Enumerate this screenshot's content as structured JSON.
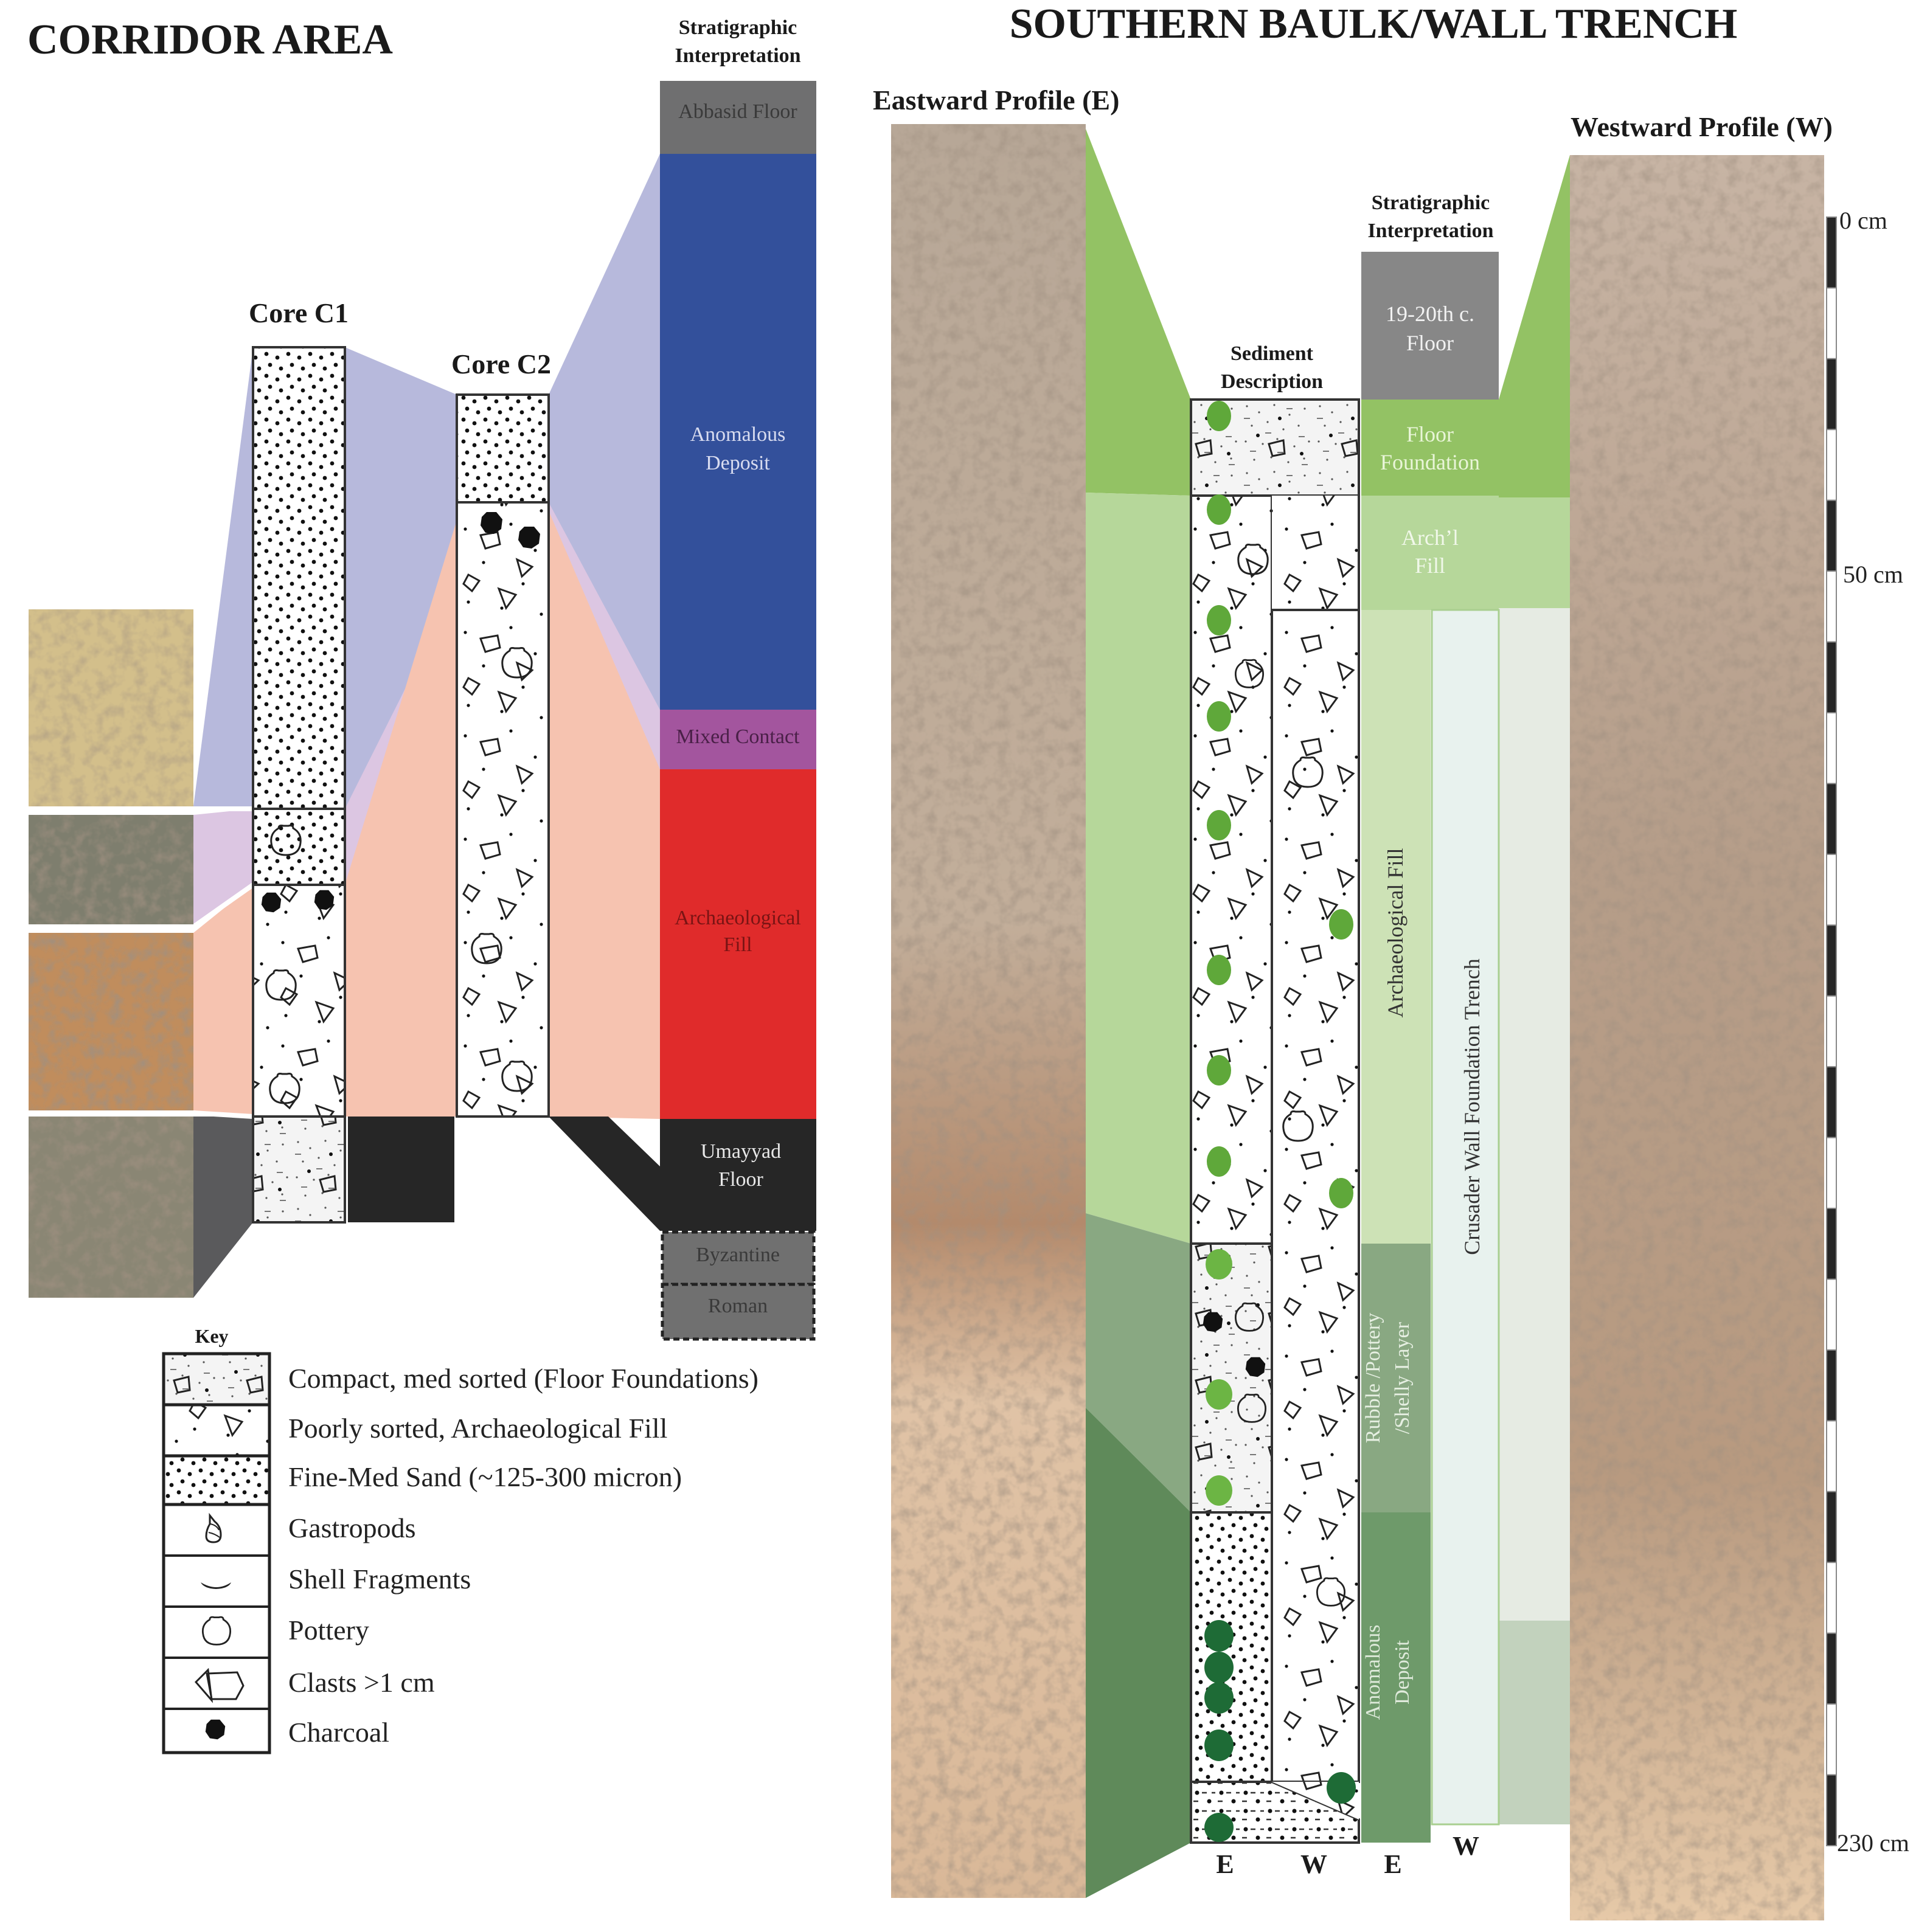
{
  "corridor": {
    "title": "CORRIDOR AREA",
    "strat_header_line1": "Stratigraphic",
    "strat_header_line2": "Interpretation",
    "core_c1_label": "Core C1",
    "core_c2_label": "Core C2",
    "strat_units": [
      {
        "label_line1": "Abbasid Floor",
        "label_line2": "",
        "color": "#6f6f70",
        "text_color": "#3a3a3a"
      },
      {
        "label_line1": "Anomalous",
        "label_line2": "Deposit",
        "color": "#33509b",
        "text_color": "#d8dcf0"
      },
      {
        "label_line1": "Mixed Contact",
        "label_line2": "",
        "color": "#a3559e",
        "text_color": "#4a2048"
      },
      {
        "label_line1": "Archaeological",
        "label_line2": "Fill",
        "color": "#e02b2b",
        "text_color": "#7a1414"
      },
      {
        "label_line1": "Umayyad",
        "label_line2": "Floor",
        "color": "#262626",
        "text_color": "#e8e8e8"
      },
      {
        "label_line1": "Byzantine",
        "label_line2": "",
        "color": "#707070",
        "text_color": "#3a3a3a",
        "dashed": true
      },
      {
        "label_line1": "Roman",
        "label_line2": "",
        "color": "#707070",
        "text_color": "#3a3a3a",
        "dashed": true
      }
    ],
    "correlation_colors": {
      "anomalous": "#b7b9dc",
      "mixed": "#dcc6e2",
      "fill": "#f6c3b0",
      "floor": "#262626",
      "photo_floor": "#5a5a5c"
    },
    "photos": [
      {
        "name": "core-photo-sand",
        "color": "#d4c08c"
      },
      {
        "name": "core-photo-mixed",
        "color": "#8b8b78"
      },
      {
        "name": "core-photo-fill",
        "color": "#c49260"
      },
      {
        "name": "core-photo-floor",
        "color": "#8e8a78"
      }
    ]
  },
  "key": {
    "title": "Key",
    "items": [
      {
        "label": "Compact, med sorted (Floor Foundations)",
        "pattern": "compact"
      },
      {
        "label": "Poorly sorted, Archaeological Fill",
        "pattern": "poorly"
      },
      {
        "label": "Fine-Med Sand (~125-300 micron)",
        "pattern": "sand"
      },
      {
        "label": "Gastropods",
        "pattern": "gastropod-icon"
      },
      {
        "label": "Shell Fragments",
        "pattern": "shell-icon"
      },
      {
        "label": "Pottery",
        "pattern": "pottery-icon"
      },
      {
        "label": "Clasts >1 cm",
        "pattern": "clasts-icon"
      },
      {
        "label": "Charcoal",
        "pattern": "charcoal-icon"
      }
    ]
  },
  "trench": {
    "title": "SOUTHERN BAULK/WALL TRENCH",
    "east_profile_label": "Eastward Profile (E)",
    "west_profile_label": "Westward Profile (W)",
    "sediment_header_line1": "Sediment",
    "sediment_header_line2": "Description",
    "strat_header_line1": "Stratigraphic",
    "strat_header_line2": "Interpretation",
    "top_unit": {
      "label_line1": "19-20th c.",
      "label_line2": "Floor",
      "color": "#878787"
    },
    "units": [
      {
        "label_line1": "Floor",
        "label_line2": "Foundation",
        "color": "#93c264",
        "orientation": "horizontal"
      },
      {
        "label_line1": "Arch’l",
        "label_line2": "Fill",
        "color": "#b6d79a",
        "orientation": "horizontal"
      },
      {
        "label_line1": "Archaeological Fill",
        "label_line2": "",
        "color": "#cde2b6",
        "orientation": "vertical"
      },
      {
        "label_line1": "Rubble /Pottery",
        "label_line2": "/Shelly Layer",
        "color": "#89a882",
        "orientation": "vertical"
      },
      {
        "label_line1": "Anomalous",
        "label_line2": "Deposit",
        "color": "#6e9a6a",
        "orientation": "vertical"
      }
    ],
    "crusader_trench_label": "Crusader Wall Foundation Trench",
    "crusader_trench_color": "#e8f2ee",
    "west_band_colors": [
      "#e6ebe3",
      "#c2d2bd"
    ],
    "column_labels": [
      "E",
      "W",
      "E",
      "W"
    ],
    "scale": {
      "top_label": "0 cm",
      "mid_label": "50 cm",
      "bottom_label": "230 cm",
      "segments": 23
    },
    "photo_colors": {
      "east": "#bfa48a",
      "west": "#b9a08a"
    }
  }
}
